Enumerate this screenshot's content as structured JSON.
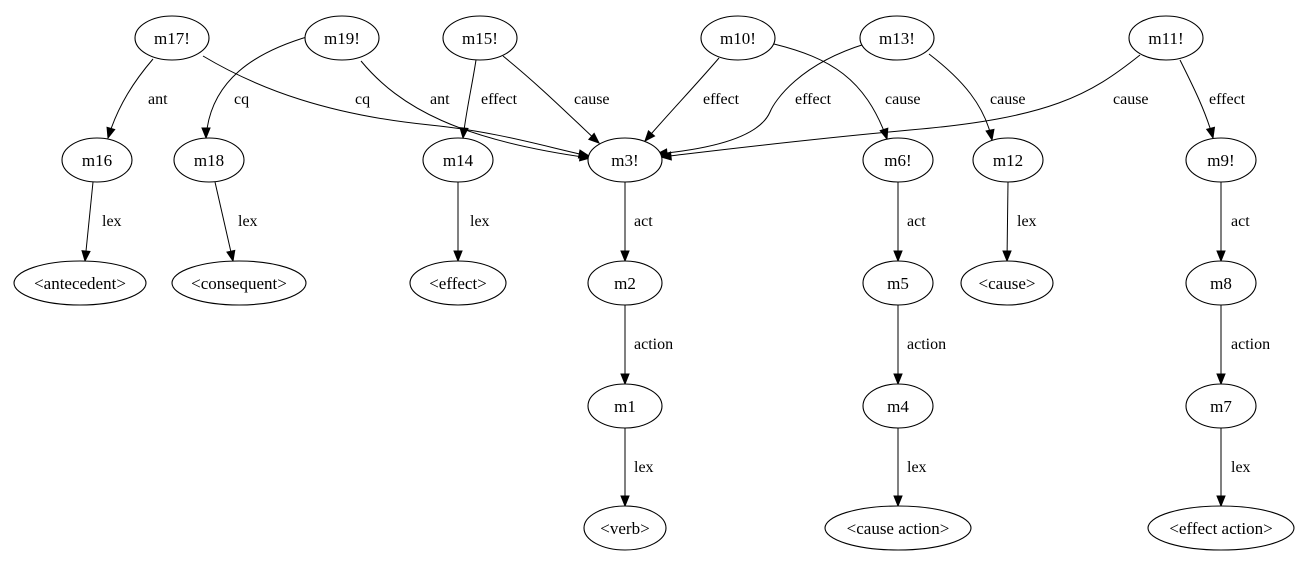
{
  "diagram": {
    "nodes": [
      {
        "id": "m17",
        "label": "m17!"
      },
      {
        "id": "m19",
        "label": "m19!"
      },
      {
        "id": "m15",
        "label": "m15!"
      },
      {
        "id": "m10",
        "label": "m10!"
      },
      {
        "id": "m13",
        "label": "m13!"
      },
      {
        "id": "m11",
        "label": "m11!"
      },
      {
        "id": "m16",
        "label": "m16"
      },
      {
        "id": "m18",
        "label": "m18"
      },
      {
        "id": "m14",
        "label": "m14"
      },
      {
        "id": "m3",
        "label": "m3!"
      },
      {
        "id": "m6",
        "label": "m6!"
      },
      {
        "id": "m12",
        "label": "m12"
      },
      {
        "id": "m9",
        "label": "m9!"
      },
      {
        "id": "antecedent",
        "label": "<antecedent>"
      },
      {
        "id": "consequent",
        "label": "<consequent>"
      },
      {
        "id": "effect",
        "label": "<effect>"
      },
      {
        "id": "m2",
        "label": "m2"
      },
      {
        "id": "m5",
        "label": "m5"
      },
      {
        "id": "cause",
        "label": "<cause>"
      },
      {
        "id": "m8",
        "label": "m8"
      },
      {
        "id": "m1",
        "label": "m1"
      },
      {
        "id": "m4",
        "label": "m4"
      },
      {
        "id": "m7",
        "label": "m7"
      },
      {
        "id": "verb",
        "label": "<verb>"
      },
      {
        "id": "cause_action",
        "label": "<cause action>"
      },
      {
        "id": "effect_action",
        "label": "<effect action>"
      }
    ],
    "edges": [
      {
        "from": "m17",
        "to": "m16",
        "label": "ant"
      },
      {
        "from": "m17",
        "to": "m3",
        "label": "cq"
      },
      {
        "from": "m19",
        "to": "m18",
        "label": "cq"
      },
      {
        "from": "m19",
        "to": "m3",
        "label": "ant"
      },
      {
        "from": "m15",
        "to": "m14",
        "label": "effect"
      },
      {
        "from": "m15",
        "to": "m3",
        "label": "cause"
      },
      {
        "from": "m10",
        "to": "m3",
        "label": "effect"
      },
      {
        "from": "m10",
        "to": "m6",
        "label": "cause"
      },
      {
        "from": "m13",
        "to": "m3",
        "label": "effect"
      },
      {
        "from": "m13",
        "to": "m12",
        "label": "cause"
      },
      {
        "from": "m11",
        "to": "m3",
        "label": "cause"
      },
      {
        "from": "m11",
        "to": "m9",
        "label": "effect"
      },
      {
        "from": "m16",
        "to": "antecedent",
        "label": "lex"
      },
      {
        "from": "m18",
        "to": "consequent",
        "label": "lex"
      },
      {
        "from": "m14",
        "to": "effect",
        "label": "lex"
      },
      {
        "from": "m3",
        "to": "m2",
        "label": "act"
      },
      {
        "from": "m6",
        "to": "m5",
        "label": "act"
      },
      {
        "from": "m12",
        "to": "cause",
        "label": "lex"
      },
      {
        "from": "m9",
        "to": "m8",
        "label": "act"
      },
      {
        "from": "m2",
        "to": "m1",
        "label": "action"
      },
      {
        "from": "m5",
        "to": "m4",
        "label": "action"
      },
      {
        "from": "m8",
        "to": "m7",
        "label": "action"
      },
      {
        "from": "m1",
        "to": "verb",
        "label": "lex"
      },
      {
        "from": "m4",
        "to": "cause_action",
        "label": "lex"
      },
      {
        "from": "m7",
        "to": "effect_action",
        "label": "lex"
      }
    ]
  }
}
